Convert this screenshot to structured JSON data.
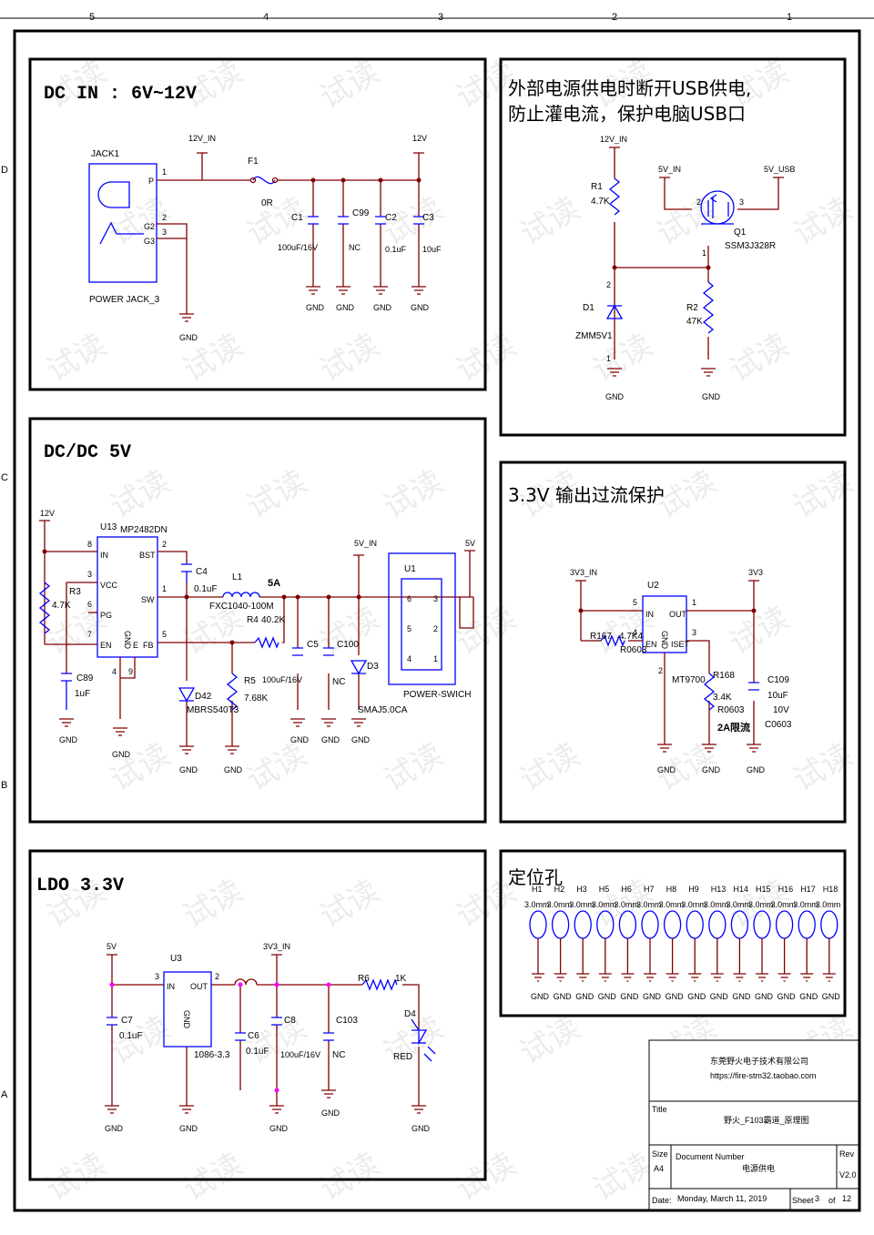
{
  "border": {
    "cols": [
      "5",
      "4",
      "3",
      "2",
      "1"
    ],
    "rows": [
      "D",
      "C",
      "B",
      "A"
    ]
  },
  "watermark": "试读",
  "dcin": {
    "title": "DC IN : 6V~12V",
    "jack_ref": "JACK1",
    "jack_name": "POWER JACK_3",
    "pins": [
      "P",
      "G2",
      "G3"
    ],
    "pin_nums": [
      "1",
      "2",
      "3"
    ],
    "net_12vin": "12V_IN",
    "net_12v": "12V",
    "f1_ref": "F1",
    "f1_val": "0R",
    "c1_ref": "C1",
    "c1_val": "100uF/16V",
    "c99_ref": "C99",
    "c99_val": "NC",
    "c2_ref": "C2",
    "c2_val": "0.1uF",
    "c3_ref": "C3",
    "c3_val": "10uF",
    "gnd": "GND"
  },
  "usb": {
    "title_line1": "外部电源供电时断开USB供电,",
    "title_line2": "防止灌电流，保护电脑USB口",
    "net_12vin": "12V_IN",
    "net_5vin": "5V_IN",
    "net_5vusb": "5V_USB",
    "r1_ref": "R1",
    "r1_val": "4.7K",
    "r2_ref": "R2",
    "r2_val": "47K",
    "q1_ref": "Q1",
    "q1_val": "SSM3J328R",
    "d1_ref": "D1",
    "d1_val": "ZMM5V1",
    "p1": "1",
    "p2": "2",
    "p3": "3",
    "gnd": "GND"
  },
  "dcdc": {
    "title": "DC/DC  5V",
    "net_12v": "12V",
    "net_5vin": "5V_IN",
    "net_5v": "5V",
    "u13_ref": "U13",
    "u13_val": "MP2482DN",
    "u13_pins": {
      "in": "IN",
      "vcc": "VCC",
      "pg": "PG",
      "en": "EN",
      "bst": "BST",
      "sw": "SW",
      "fb": "FB",
      "gnd": "GND",
      "e": "E"
    },
    "u13_nums": {
      "in": "8",
      "vcc": "3",
      "pg": "6",
      "en": "7",
      "bst": "2",
      "sw": "1",
      "fb": "5",
      "gnd": "4",
      "e": "9"
    },
    "r3_ref": "R3",
    "r3_val": "4.7K",
    "c89_ref": "C89",
    "c89_val": "1uF",
    "c4_ref": "C4",
    "c4_val": "0.1uF",
    "l1_ref": "L1",
    "l1_val": "FXC1040-100M",
    "current": "5A",
    "r4_ref": "R4",
    "r4_val": "40.2K",
    "r5_ref": "R5",
    "r5_val": "7.68K",
    "d42_ref": "D42",
    "d42_val": "MBRS540T3",
    "c5_ref": "C5",
    "c5_val": "100uF/16V",
    "c100_ref": "C100",
    "c100_val": "NC",
    "d3_ref": "D3",
    "d3_val": "SMAJ5.0CA",
    "u1_ref": "U1",
    "u1_val": "POWER-SWICH",
    "u1_pins": [
      "6",
      "5",
      "4",
      "3",
      "2",
      "1"
    ],
    "gnd": "GND"
  },
  "ocp": {
    "title": "3.3V 输出过流保护",
    "net_3v3in": "3V3_IN",
    "net_3v3": "3V3",
    "u2_ref": "U2",
    "u2_val": "MT9700",
    "u2_pins": {
      "in": "IN",
      "out": "OUT",
      "en": "EN",
      "gnd": "GND",
      "iset": "ISET"
    },
    "u2_nums": {
      "in": "5",
      "out": "1",
      "en": "4",
      "gnd": "2",
      "iset": "3"
    },
    "r167_ref": "R167",
    "r167_val": "4.7K4",
    "r167_pkg": "R0603",
    "r168_ref": "R168",
    "r168_val": "3.4K",
    "r168_pkg": "R0603",
    "r168_note": "2A限流",
    "c109_ref": "C109",
    "c109_val": "10uF",
    "c109_v": "10V",
    "c109_pkg": "C0603",
    "gnd": "GND"
  },
  "holes": {
    "title": "定位孔",
    "refs": [
      "H1",
      "H2",
      "H3",
      "H5",
      "H6",
      "H7",
      "H8",
      "H9",
      "H13",
      "H14",
      "H15",
      "H16",
      "H17",
      "H18"
    ],
    "size": "3.0mm",
    "gnd": "GND"
  },
  "ldo": {
    "title": "LDO  3.3V",
    "net_5v": "5V",
    "net_3v3in": "3V3_IN",
    "u3_ref": "U3",
    "u3_val": "1086-3.3",
    "u3_in": "IN",
    "u3_out": "OUT",
    "u3_gnd": "GND",
    "u3_n_in": "3",
    "u3_n_out": "2",
    "c7_ref": "C7",
    "c7_val": "0.1uF",
    "c6_ref": "C6",
    "c6_val": "0.1uF",
    "c8_ref": "C8",
    "c8_val": "100uF/16V",
    "c103_ref": "C103",
    "c103_val": "NC",
    "r6_ref": "R6",
    "r6_val": "1K",
    "d4_ref": "D4",
    "d4_val": "RED",
    "gnd": "GND"
  },
  "titleblock": {
    "company": "东莞野火电子技术有限公司",
    "url": "https://fire-stm32.taobao.com",
    "title_label": "Title",
    "title": "野火_F103霸道_原理图",
    "size_label": "Size",
    "size": "A4",
    "docnum_label": "Document Number",
    "doc": "电源供电",
    "rev_label": "Rev",
    "rev": "V2.0",
    "date_label": "Date:",
    "date": "Monday, March 11, 2019",
    "sheet_label": "Sheet",
    "sheet": "3",
    "of_label": "of",
    "total": "12"
  }
}
